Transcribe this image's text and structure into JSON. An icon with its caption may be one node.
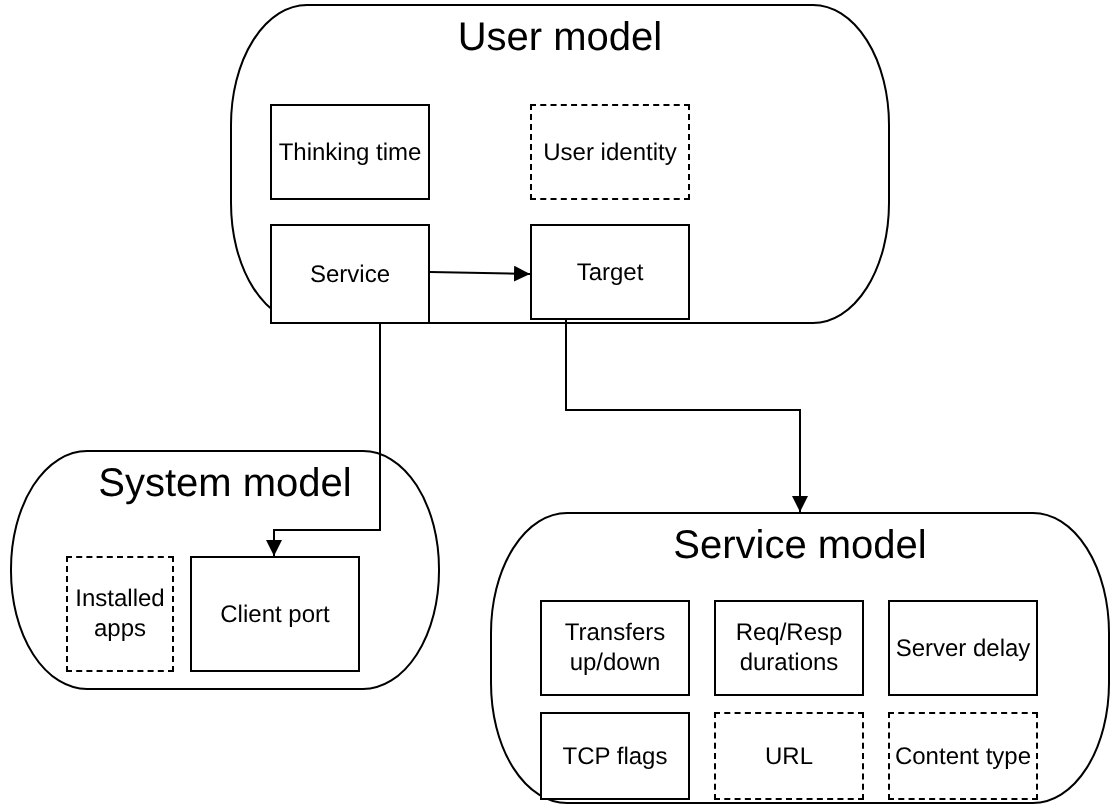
{
  "diagram": {
    "nodes": [
      {
        "text": [
          "User model"
        ]
      },
      {
        "text": [
          "Thinking time"
        ],
        "in": 0
      },
      {
        "text": [
          "User identity"
        ],
        "in": 0
      },
      {
        "text": [
          "Service"
        ],
        "in": 0
      },
      {
        "text": [
          "Target"
        ],
        "in": 0
      },
      {
        "text": [
          "System model"
        ]
      },
      {
        "text": [
          "Installed apps"
        ],
        "in": 5
      },
      {
        "text": [
          "Client port"
        ],
        "in": 5
      },
      {
        "text": [
          "Service model"
        ]
      },
      {
        "text": [
          "Transfers up/down"
        ],
        "in": 8
      },
      {
        "text": [
          "Req/Resp durations"
        ],
        "in": 8
      },
      {
        "text": [
          "Server delay"
        ],
        "in": 8
      },
      {
        "text": [
          "TCP flags"
        ],
        "in": 8
      },
      {
        "text": [
          "URL"
        ],
        "in": 8
      },
      {
        "text": [
          "Content type"
        ],
        "in": 8
      }
    ],
    "edges": [
      {
        "from": 3,
        "to": 4,
        "arrow": "to"
      },
      {
        "from": 3,
        "to": 7,
        "arrow": "to"
      },
      {
        "from": 4,
        "to": 8,
        "arrow": "to"
      }
    ]
  }
}
